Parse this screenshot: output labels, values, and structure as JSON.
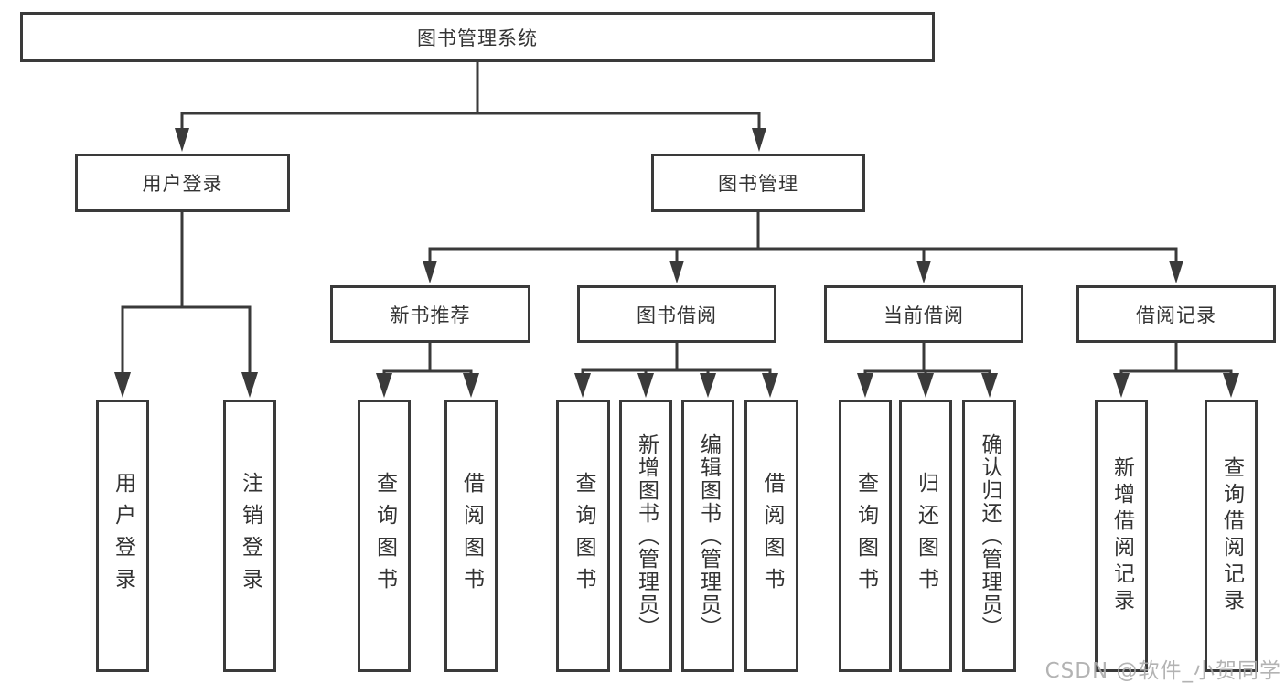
{
  "tree": {
    "root": {
      "label": "图书管理系统"
    },
    "branches": [
      {
        "label": "用户登录",
        "leaves": [
          "用户登录",
          "注销登录"
        ]
      },
      {
        "label": "图书管理",
        "groups": [
          {
            "label": "新书推荐",
            "leaves": [
              "查询图书",
              "借阅图书"
            ]
          },
          {
            "label": "图书借阅",
            "leaves": [
              "查询图书",
              "新增图书（管理员）",
              "编辑图书（管理员）",
              "借阅图书"
            ]
          },
          {
            "label": "当前借阅",
            "leaves": [
              "查询图书",
              "归还图书",
              "确认归还（管理员）"
            ]
          },
          {
            "label": "借阅记录",
            "leaves": [
              "新增借阅记录",
              "查询借阅记录"
            ]
          }
        ]
      }
    ]
  },
  "watermark": {
    "text": "CSDN @软件_小贺同学"
  },
  "colors": {
    "line": "#3a3a3a",
    "box_border": "#3a3a3a",
    "text": "#333333",
    "background": "#ffffff",
    "watermark": "#ababab"
  }
}
